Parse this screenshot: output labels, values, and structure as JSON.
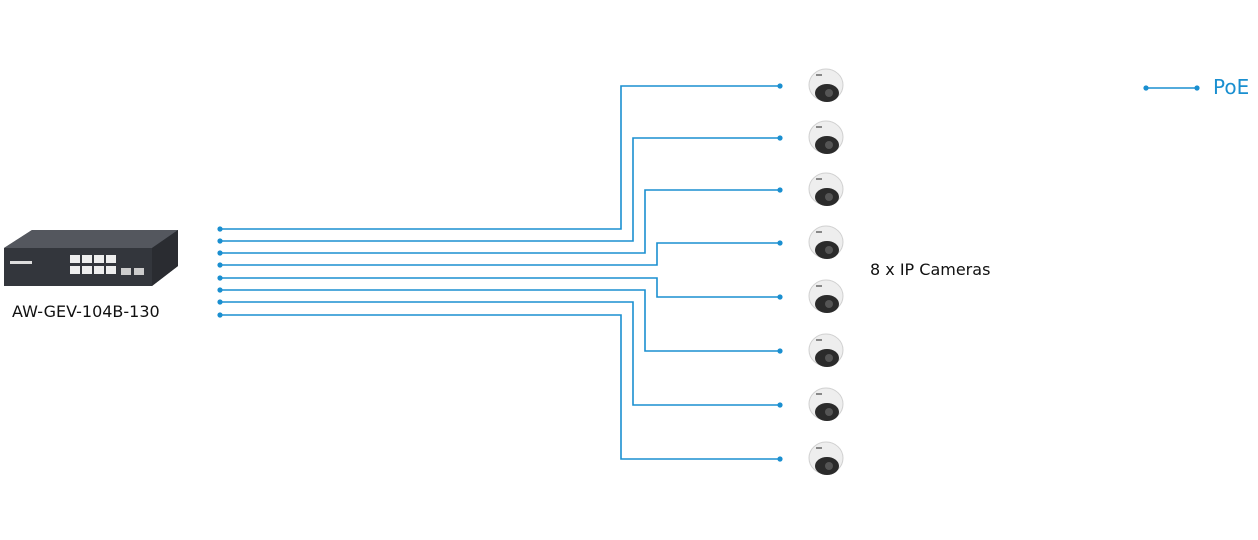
{
  "switch": {
    "model": "AW-GEV-104B-130",
    "icon": "network-switch-icon"
  },
  "cameras": {
    "label": "8 x IP Cameras",
    "count": 8,
    "icon": "dome-camera-icon"
  },
  "legend": {
    "label": "PoE",
    "color": "#1a8fd0"
  }
}
